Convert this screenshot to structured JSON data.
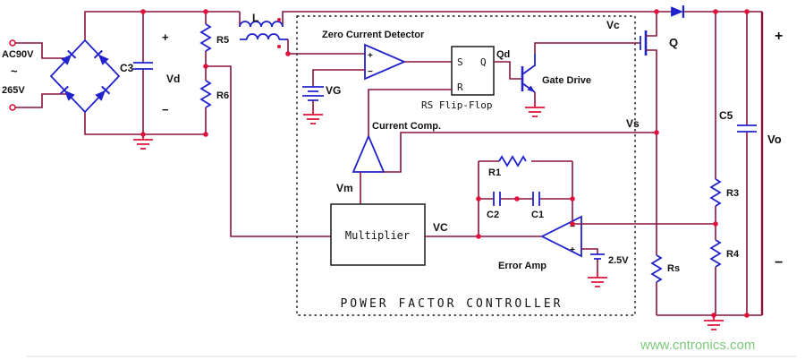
{
  "diagram_title": "POWER FACTOR CONTROLLER",
  "watermark": "www.cntronics.com",
  "colors": {
    "wire": "#8a1240",
    "component": "#2222cc",
    "text": "#111111",
    "junction": "#e0103a",
    "watermark": "#7cc87c",
    "background": "#ffffff",
    "outline": "#1a1a1a"
  },
  "signs": {
    "plus": "+",
    "minus": "−",
    "tilde": "~"
  },
  "ac_source": {
    "line1": "AC90V",
    "line2": "265V"
  },
  "power_stage": {
    "bulk_cap": "C3",
    "rectified_voltage": "Vd",
    "divider_top": "R5",
    "divider_bottom": "R6",
    "inductor": "L",
    "mosfet": "Q",
    "gate_node": "Vc",
    "sense_node": "Vs",
    "sense_resistor": "Rs",
    "output_cap": "C5",
    "output_voltage": "Vo",
    "fb_divider_top": "R3",
    "fb_divider_bottom": "R4"
  },
  "controller": {
    "box_title": "POWER FACTOR CONTROLLER",
    "zcd_label": "Zero Current Detector",
    "vg_label": "VG",
    "flip_flop_label": "RS Flip-Flop",
    "ff_s": "S",
    "ff_q": "Q",
    "ff_r": "R",
    "ff_out": "Qd",
    "gate_drive_label": "Gate Drive",
    "current_comp_label": "Current Comp.",
    "multiplier_label": "Multiplier",
    "vm_label": "Vm",
    "vc_label": "VC",
    "r1": "R1",
    "c2": "C2",
    "c1": "C1",
    "error_amp_label": "Error Amp",
    "reference": "2.5V"
  }
}
